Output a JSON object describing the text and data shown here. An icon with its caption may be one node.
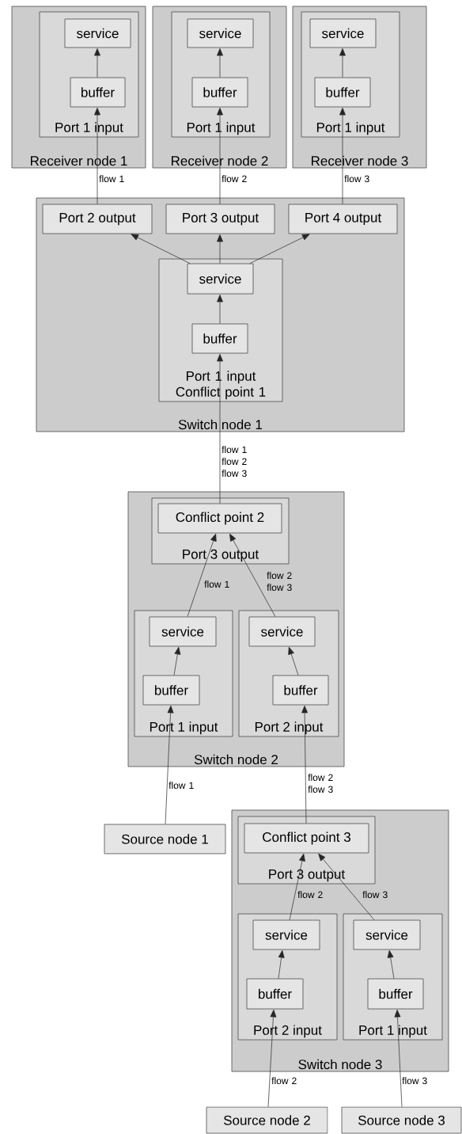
{
  "diagram": {
    "nodes": [
      {
        "text": [
          "Receiver node 1"
        ]
      },
      {
        "text": [
          "Port 1 input"
        ],
        "in": 0
      },
      {
        "text": [
          "service"
        ],
        "in": 1
      },
      {
        "text": [
          "buffer"
        ],
        "in": 1
      },
      {
        "text": [
          "Receiver node 2"
        ]
      },
      {
        "text": [
          "Port 1 input"
        ],
        "in": 4
      },
      {
        "text": [
          "service"
        ],
        "in": 5
      },
      {
        "text": [
          "buffer"
        ],
        "in": 5
      },
      {
        "text": [
          "Receiver node 3"
        ]
      },
      {
        "text": [
          "Port 1 input"
        ],
        "in": 8
      },
      {
        "text": [
          "service"
        ],
        "in": 9
      },
      {
        "text": [
          "buffer"
        ],
        "in": 9
      },
      {
        "text": [
          "Switch node 1"
        ]
      },
      {
        "text": [
          "Port 2 output"
        ],
        "in": 12
      },
      {
        "text": [
          "Port 3 output"
        ],
        "in": 12
      },
      {
        "text": [
          "Port 4 output"
        ],
        "in": 12
      },
      {
        "text": [
          "Port 1 input Conflict point 1"
        ],
        "in": 12
      },
      {
        "text": [
          "service"
        ],
        "in": 16
      },
      {
        "text": [
          "buffer"
        ],
        "in": 16
      },
      {
        "text": [
          "Switch node 2"
        ]
      },
      {
        "text": [
          "Port 3 output"
        ],
        "in": 19
      },
      {
        "text": [
          "Conflict point 2"
        ],
        "in": 20
      },
      {
        "text": [
          "Port 1 input"
        ],
        "in": 19
      },
      {
        "text": [
          "service"
        ],
        "in": 22
      },
      {
        "text": [
          "buffer"
        ],
        "in": 22
      },
      {
        "text": [
          "Port 2 input"
        ],
        "in": 19
      },
      {
        "text": [
          "service"
        ],
        "in": 25
      },
      {
        "text": [
          "buffer"
        ],
        "in": 25
      },
      {
        "text": [
          "Source node 1"
        ]
      },
      {
        "text": [
          "Switch node 3"
        ]
      },
      {
        "text": [
          "Port 3 output"
        ],
        "in": 29
      },
      {
        "text": [
          "Conflict point 3"
        ],
        "in": 30
      },
      {
        "text": [
          "Port 2 input"
        ],
        "in": 29
      },
      {
        "text": [
          "service"
        ],
        "in": 32
      },
      {
        "text": [
          "buffer"
        ],
        "in": 32
      },
      {
        "text": [
          "Port 1 input"
        ],
        "in": 29
      },
      {
        "text": [
          "service"
        ],
        "in": 35
      },
      {
        "text": [
          "buffer"
        ],
        "in": 35
      },
      {
        "text": [
          "Source node 2"
        ]
      },
      {
        "text": [
          "Source node 3"
        ]
      }
    ],
    "edges": [
      {
        "from": 3,
        "to": 2,
        "arrow": "to"
      },
      {
        "from": 7,
        "to": 6,
        "arrow": "to"
      },
      {
        "from": 11,
        "to": 10,
        "arrow": "to"
      },
      {
        "from": 13,
        "to": 3,
        "arrow": "to",
        "label": "flow 1"
      },
      {
        "from": 14,
        "to": 7,
        "arrow": "to",
        "label": "flow 2"
      },
      {
        "from": 15,
        "to": 11,
        "arrow": "to",
        "label": "flow 3"
      },
      {
        "from": 17,
        "to": 13,
        "arrow": "to"
      },
      {
        "from": 17,
        "to": 14,
        "arrow": "to"
      },
      {
        "from": 17,
        "to": 15,
        "arrow": "to"
      },
      {
        "from": 18,
        "to": 17,
        "arrow": "to"
      },
      {
        "from": 21,
        "to": 18,
        "arrow": "to",
        "label": "flow 1 flow 2 flow 3"
      },
      {
        "from": 23,
        "to": 21,
        "arrow": "to",
        "label": "flow 1"
      },
      {
        "from": 26,
        "to": 21,
        "arrow": "to",
        "label": "flow 2 flow 3"
      },
      {
        "from": 24,
        "to": 23,
        "arrow": "to"
      },
      {
        "from": 27,
        "to": 26,
        "arrow": "to"
      },
      {
        "from": 28,
        "to": 24,
        "arrow": "to",
        "label": "flow 1"
      },
      {
        "from": 31,
        "to": 27,
        "arrow": "to",
        "label": "flow 2 flow 3"
      },
      {
        "from": 33,
        "to": 31,
        "arrow": "to",
        "label": "flow 2"
      },
      {
        "from": 36,
        "to": 31,
        "arrow": "to",
        "label": "flow 3"
      },
      {
        "from": 34,
        "to": 33,
        "arrow": "to"
      },
      {
        "from": 37,
        "to": 36,
        "arrow": "to"
      },
      {
        "from": 38,
        "to": 34,
        "arrow": "to",
        "label": "flow 2"
      },
      {
        "from": 39,
        "to": 37,
        "arrow": "to",
        "label": "flow 3"
      }
    ]
  }
}
